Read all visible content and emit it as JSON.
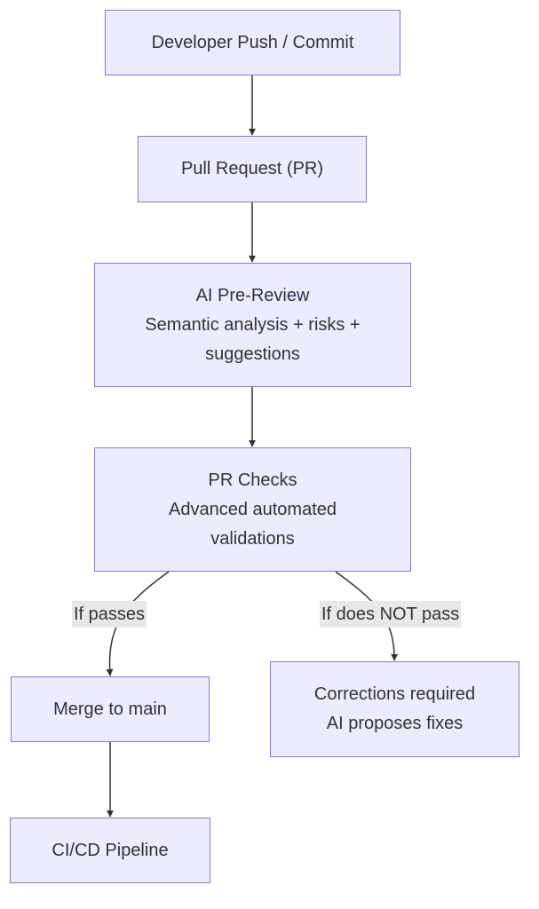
{
  "diagram": {
    "nodes": {
      "push": {
        "lines": [
          "Developer Push / Commit"
        ]
      },
      "pr": {
        "lines": [
          "Pull Request (PR)"
        ]
      },
      "ai_review": {
        "lines": [
          "AI Pre-Review",
          "Semantic analysis + risks +",
          "suggestions"
        ]
      },
      "checks": {
        "lines": [
          "PR Checks",
          "Advanced automated",
          "validations"
        ]
      },
      "merge": {
        "lines": [
          "Merge to main"
        ]
      },
      "corrections": {
        "lines": [
          "Corrections required",
          "AI proposes fixes"
        ]
      },
      "cicd": {
        "lines": [
          "CI/CD Pipeline"
        ]
      }
    },
    "edge_labels": {
      "passes": "If passes",
      "fails": "If does NOT pass"
    },
    "colors": {
      "node_fill": "#ececff",
      "node_border": "#9370db",
      "edge": "#333333",
      "label_bg": "#e8e8e8"
    }
  }
}
